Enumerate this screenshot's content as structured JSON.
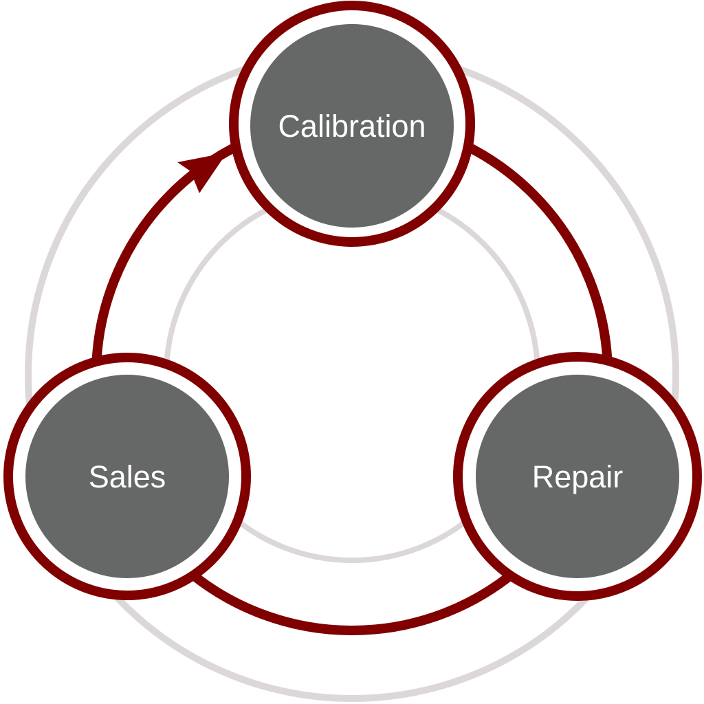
{
  "diagram": {
    "type": "cycle",
    "direction": "clockwise",
    "colors": {
      "cycle_ring": "#800000",
      "node_fill": "#666867",
      "node_text": "#ffffff",
      "guide_rings": "#DCD8D9",
      "background": "#ffffff"
    },
    "nodes": [
      {
        "id": "calibration",
        "label": "Calibration"
      },
      {
        "id": "repair",
        "label": "Repair"
      },
      {
        "id": "sales",
        "label": "Sales"
      }
    ],
    "edges": [
      {
        "from": "calibration",
        "to": "repair"
      },
      {
        "from": "repair",
        "to": "sales"
      },
      {
        "from": "sales",
        "to": "calibration",
        "arrow": true
      }
    ]
  }
}
